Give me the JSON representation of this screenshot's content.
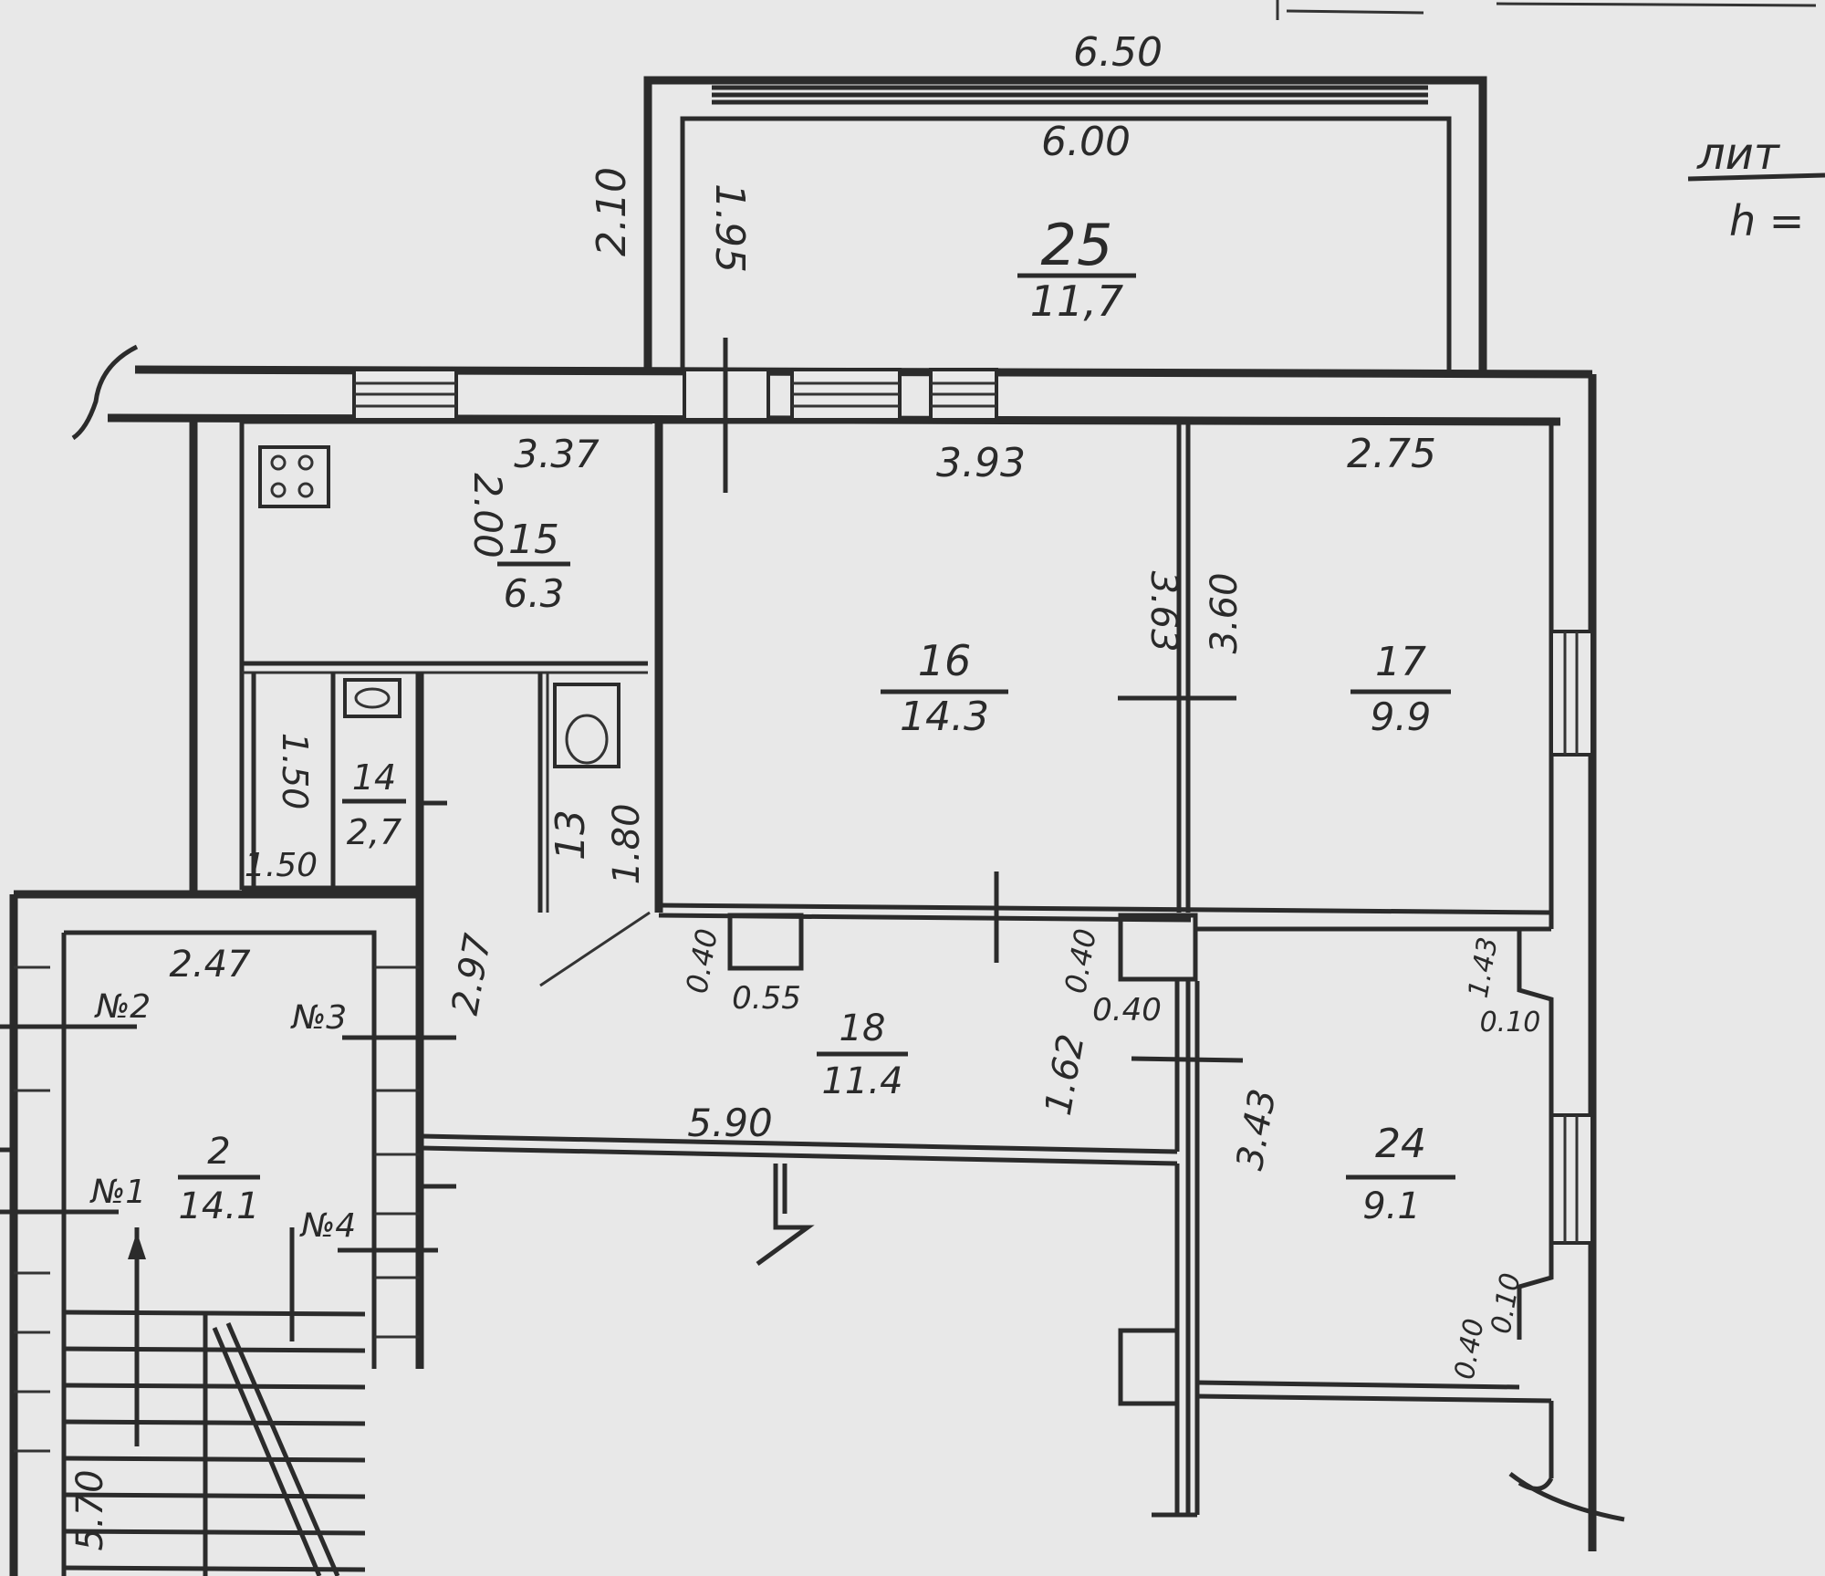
{
  "rooms": [
    {
      "id": "25",
      "number": "25",
      "area": "11,7"
    },
    {
      "id": "15",
      "number": "15",
      "area": "6.3"
    },
    {
      "id": "16",
      "number": "16",
      "area": "14.3"
    },
    {
      "id": "17",
      "number": "17",
      "area": "9.9"
    },
    {
      "id": "14",
      "number": "14",
      "area": "2,7"
    },
    {
      "id": "13",
      "number": "13",
      "area": ""
    },
    {
      "id": "18",
      "number": "18",
      "area": "11.4"
    },
    {
      "id": "24",
      "number": "24",
      "area": "9.1"
    },
    {
      "id": "2",
      "number": "2",
      "area": "14.1"
    }
  ],
  "dimensions": {
    "balcony_outer_width": "6.50",
    "balcony_inner_width": "6.00",
    "balcony_outer_depth": "2.10",
    "balcony_inner_depth": "1.95",
    "kitchen_width": "3.37",
    "kitchen_depth": "2.00",
    "room16_width": "3.93",
    "room16_depth": "3.63",
    "room17_depth": "3.60",
    "room17_width": "2.75",
    "bath_depth": "1.50",
    "bath_width": "1.50",
    "wc_depth": "1.80",
    "hall_depth": "2.97",
    "niche_a": "0.40",
    "niche_width": "0.55",
    "niche_b": "0.40",
    "niche_c": "0.40",
    "corridor_depth": "1.62",
    "corridor_length": "5.90",
    "room24_depth": "3.43",
    "room24_offset_top_a": "1.43",
    "room24_offset_top_b": "0.10",
    "room24_offset_bot_a": "0.40",
    "room24_offset_bot_b": "0.10",
    "stair_width": "2.47",
    "stair_length": "5.70"
  },
  "apartment_numbers": {
    "n1": "№1",
    "n2": "№2",
    "n3": "№3",
    "n4": "№4"
  },
  "corner_note": {
    "line1": "лит",
    "line2": "h ="
  }
}
